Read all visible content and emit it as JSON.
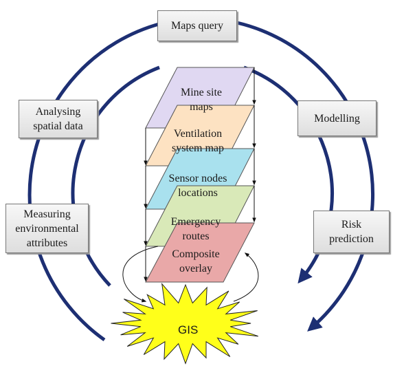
{
  "outer_boxes": {
    "maps_query": [
      "Maps query"
    ],
    "analysing": [
      "Analysing",
      "spatial data"
    ],
    "modelling": [
      "Modelling"
    ],
    "measuring": [
      "Measuring",
      "environmental",
      "attributes"
    ],
    "risk": [
      "Risk",
      "prediction"
    ]
  },
  "layers": [
    {
      "lines": [
        "Mine site",
        "maps"
      ],
      "color": "#e0d8f2"
    },
    {
      "lines": [
        "Ventilation",
        "system map"
      ],
      "color": "#fde2c2"
    },
    {
      "lines": [
        "Sensor nodes",
        "locations"
      ],
      "color": "#a9e1ee"
    },
    {
      "lines": [
        "Emergency",
        "routes"
      ],
      "color": "#d9e9b8"
    },
    {
      "lines": [
        "Composite",
        "overlay"
      ],
      "color": "#e9a8a8"
    }
  ],
  "center": {
    "label": "GIS",
    "color": "#ffff1a"
  },
  "colors": {
    "ring": "#1d2f73",
    "box_border": "#777777",
    "stroke": "#222222"
  }
}
